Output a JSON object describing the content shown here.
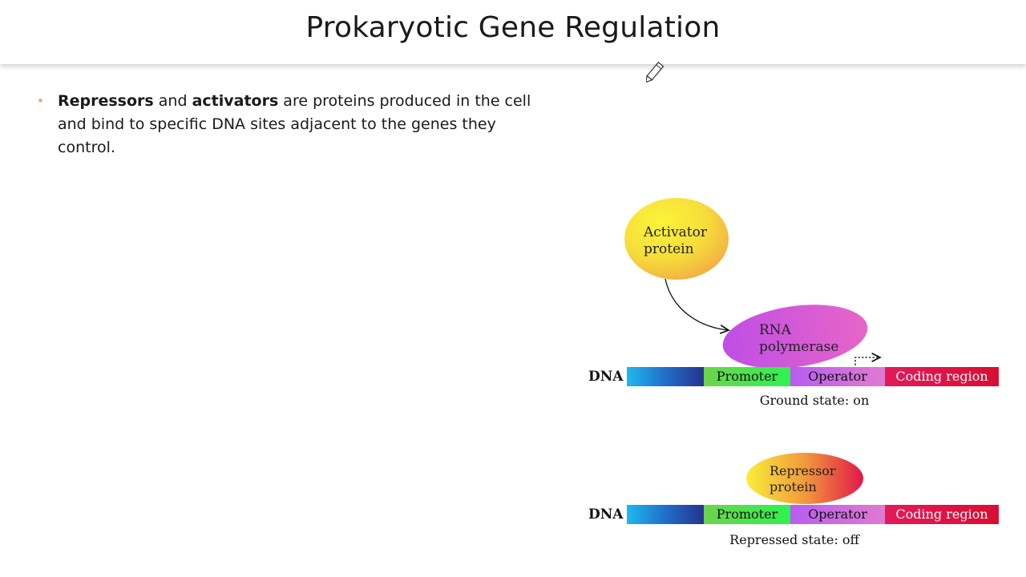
{
  "slide": {
    "title": "Prokaryotic Gene Regulation",
    "bullet": {
      "term1": "Repressors",
      "and": " and ",
      "term2": "activators",
      "rest": " are proteins produced in the cell and bind to specific DNA sites adjacent to the genes they control."
    }
  },
  "diagram": {
    "top": {
      "activator_line1": "Activator",
      "activator_line2": "protein",
      "polymerase_line1": "RNA",
      "polymerase_line2": "polymerase",
      "dna_label": "DNA",
      "promoter": "Promoter",
      "operator": "Operator",
      "coding": "Coding region",
      "caption": "Ground state: on"
    },
    "bottom": {
      "repressor_line1": "Repressor",
      "repressor_line2": "protein",
      "dna_label": "DNA",
      "promoter": "Promoter",
      "operator": "Operator",
      "coding": "Coding region",
      "caption": "Repressed state: off"
    }
  },
  "colors": {
    "bullet": "#e7a06a",
    "promoter": "#4fd64a",
    "operator": "#c66ae0",
    "coding": "#e0124d"
  }
}
